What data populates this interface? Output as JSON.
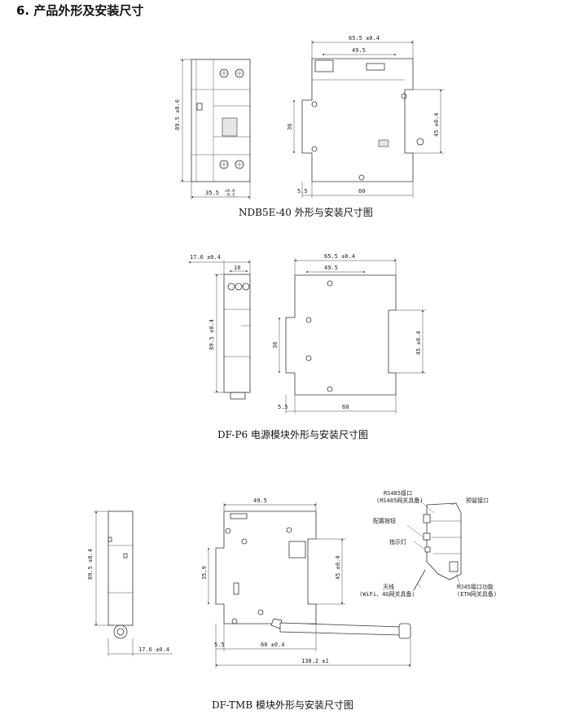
{
  "section": {
    "heading": "6. 产品外形及安装尺寸"
  },
  "figures": [
    {
      "caption": "NDB5E-40 外形与安装尺寸图",
      "side_view": {
        "height": "89.5 ±0.6",
        "width": "35.5",
        "width_tol_plus": "+0.4",
        "width_tol_minus": "-0.3"
      },
      "front_view": {
        "overall_width": "65.5 ±0.4",
        "inner_width": "49.5",
        "rail_height": "36",
        "right_height": "45 ±0.4",
        "offset": "5.5",
        "depth": "60"
      }
    },
    {
      "caption": "DF-P6 电源模块外形与安装尺寸图",
      "side_view": {
        "width": "17.6 ±0.4",
        "pitch": "10",
        "height": "89.5 ±0.4"
      },
      "front_view": {
        "overall_width": "65.5 ±0.4",
        "inner_width": "49.5",
        "rail_height": "36",
        "right_height": "45 ±0.4",
        "offset": "5.5",
        "depth": "60"
      }
    },
    {
      "caption": "DF-TMB 模块外形与安装尺寸图",
      "side_view": {
        "height": "89.5 ±0.4",
        "width": "17.6 ±0.4"
      },
      "front_view": {
        "inner_width": "49.5",
        "rail_height": "35.9",
        "right_height": "45 ±0.4",
        "offset": "5.5",
        "depth": "60 ±0.4",
        "overall_length": "138.2 ±1"
      },
      "callouts": {
        "rs485_port": "RS485接口",
        "rs485_note": "(RS485网关具备)",
        "reserved_port": "预留接口",
        "config_button": "配置按钮",
        "indicator": "指示灯",
        "antenna": "天线",
        "antenna_note": "(WiFi、4G网关具备)",
        "rj45_port": "RJ45接口功能",
        "rj45_note": "(ETH网关具备)"
      }
    }
  ]
}
